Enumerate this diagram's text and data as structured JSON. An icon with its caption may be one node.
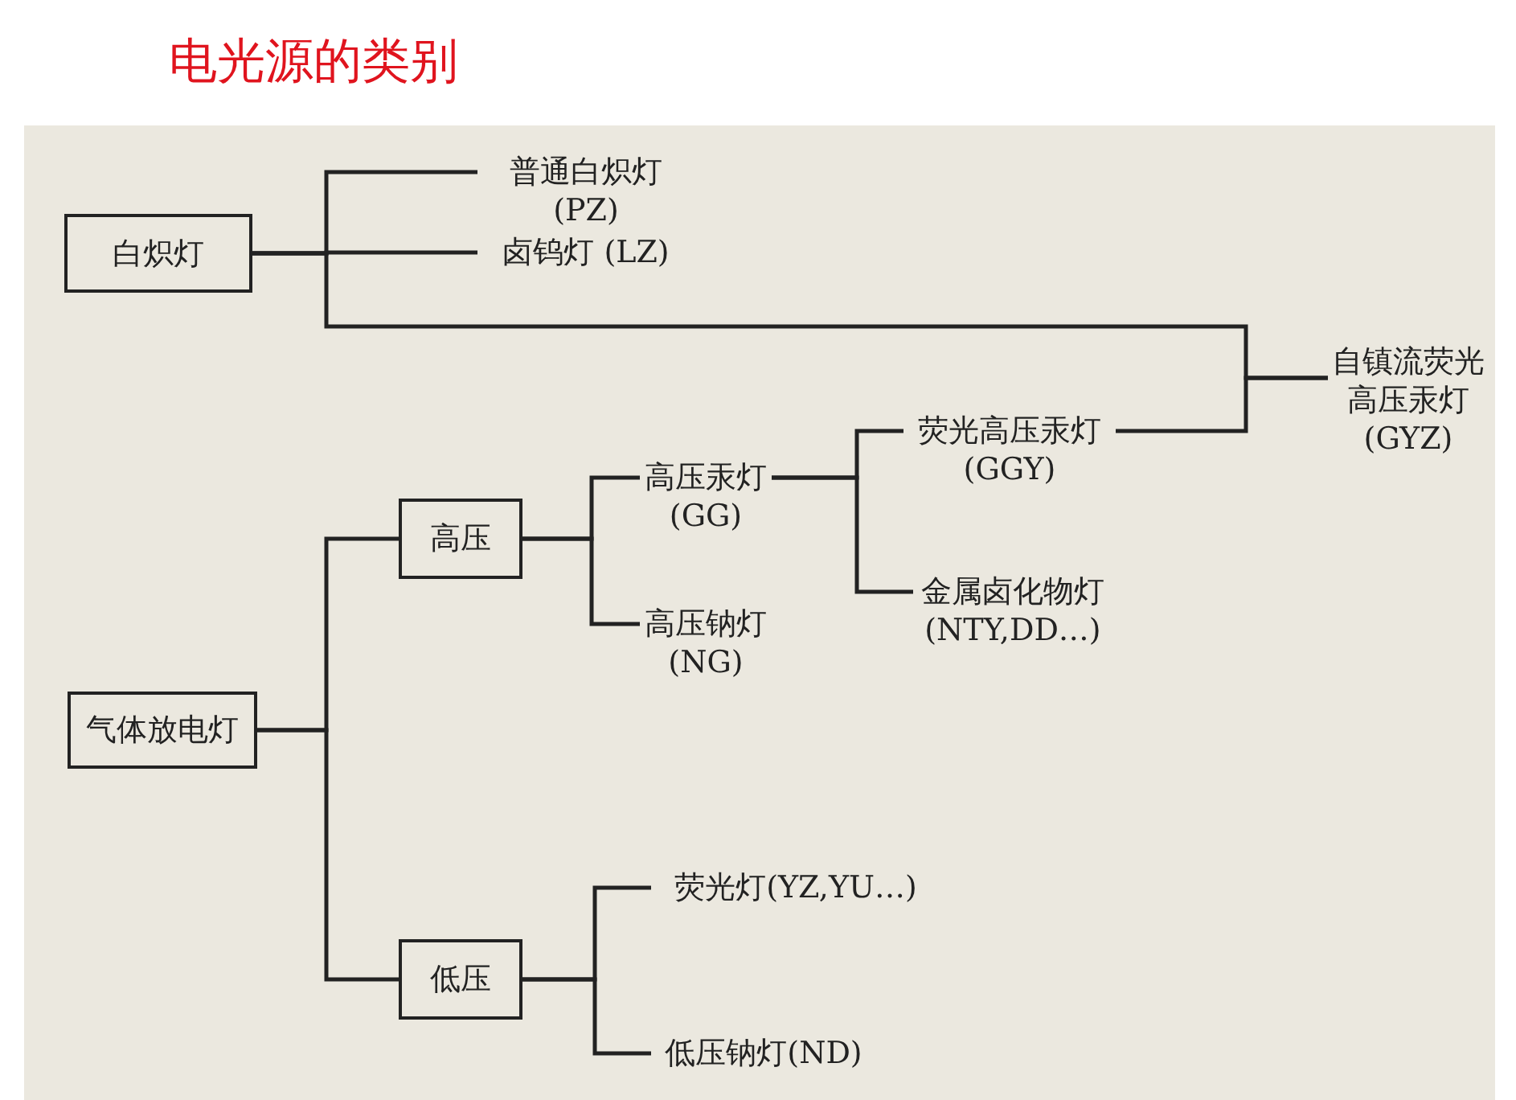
{
  "diagram": {
    "title": "电光源的类别",
    "nodes": [
      {
        "text": [
          "白炽灯"
        ]
      },
      {
        "text": [
          "普通白炽灯(PZ)"
        ]
      },
      {
        "text": [
          "卤钨灯 (LZ)"
        ]
      },
      {
        "text": [
          "自镇流荧光高压汞灯(GYZ)"
        ]
      },
      {
        "text": [
          "气体放电灯"
        ]
      },
      {
        "text": [
          "高压"
        ]
      },
      {
        "text": [
          "低压"
        ]
      },
      {
        "text": [
          "高压汞灯(GG)"
        ]
      },
      {
        "text": [
          "高压钠灯(NG)"
        ]
      },
      {
        "text": [
          "荧光高压汞灯(GGY)"
        ]
      },
      {
        "text": [
          "金属卤化物灯(NTY,DD…)"
        ]
      },
      {
        "text": [
          "荧光灯(YZ,YU…)"
        ]
      },
      {
        "text": [
          "低压钠灯(ND)"
        ]
      }
    ],
    "edges": [
      {
        "from": 0,
        "to": 1,
        "arrow": "none"
      },
      {
        "from": 0,
        "to": 2,
        "arrow": "none"
      },
      {
        "from": 0,
        "to": 3,
        "arrow": "none"
      },
      {
        "from": 9,
        "to": 3,
        "arrow": "none"
      },
      {
        "from": 4,
        "to": 5,
        "arrow": "none"
      },
      {
        "from": 4,
        "to": 6,
        "arrow": "none"
      },
      {
        "from": 5,
        "to": 7,
        "arrow": "none"
      },
      {
        "from": 5,
        "to": 8,
        "arrow": "none"
      },
      {
        "from": 7,
        "to": 9,
        "arrow": "none"
      },
      {
        "from": 7,
        "to": 10,
        "arrow": "none"
      },
      {
        "from": 6,
        "to": 11,
        "arrow": "none"
      },
      {
        "from": 6,
        "to": 12,
        "arrow": "none"
      }
    ]
  }
}
